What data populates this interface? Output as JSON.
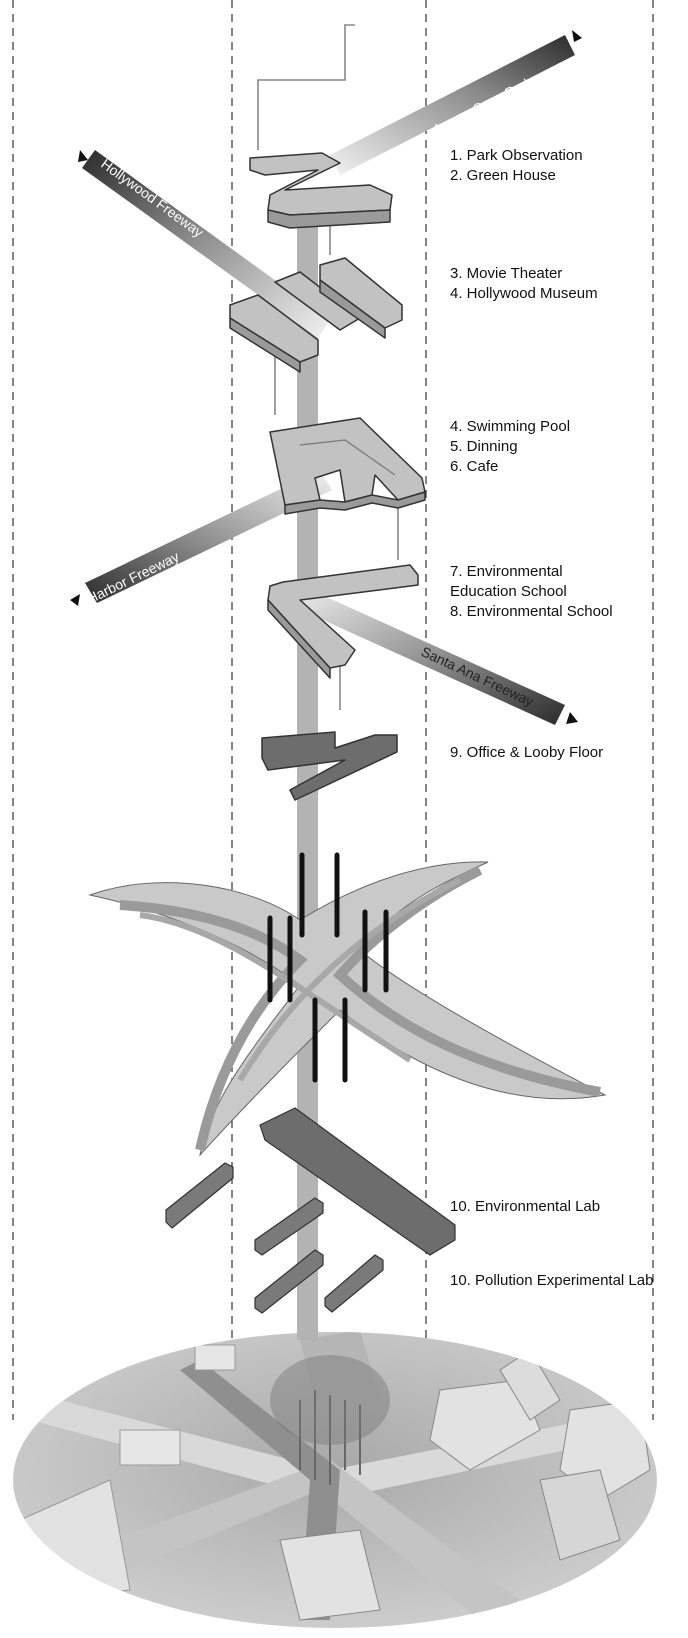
{
  "freeways": {
    "arroyo_seco": "Arroyo Seco Parkway",
    "hollywood": "Hollywood Freeway",
    "harbor": "Harbor Freeway",
    "santa_ana": "Santa Ana Freeway"
  },
  "program_labels": {
    "group1": [
      "1. Park Observation",
      "2. Green House"
    ],
    "group2": [
      "3. Movie Theater",
      "4. Hollywood Museum"
    ],
    "group3": [
      "4. Swimming Pool",
      "5. Dinning",
      "6. Cafe"
    ],
    "group4": [
      "7. Environmental",
      "Education School",
      "8. Environmental School"
    ],
    "group5": [
      "9. Office & Looby Floor"
    ],
    "group6": [
      "10. Environmental Lab"
    ],
    "group7": [
      "10. Pollution Experimental Lab"
    ]
  },
  "colors": {
    "background": "#ffffff",
    "light_gray": "#bdbdbd",
    "mid_gray": "#9e9e9e",
    "dark_gray": "#555555",
    "road_dark": "#2e2e2e",
    "outline": "#333333"
  }
}
